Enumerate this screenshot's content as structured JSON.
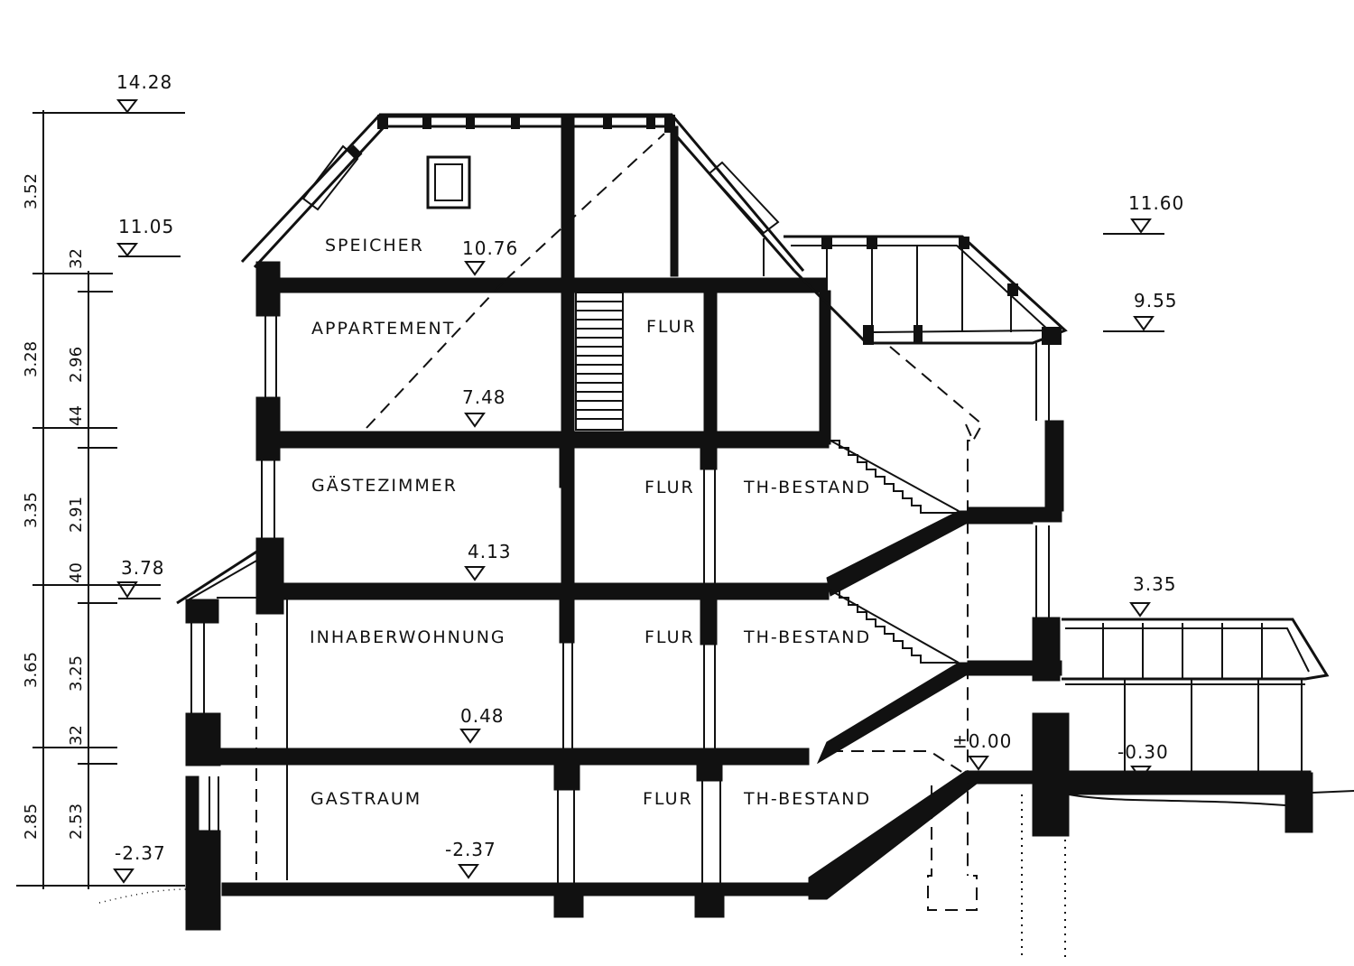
{
  "rooms": {
    "speicher": "SPEICHER",
    "appartement": "APPARTEMENT",
    "flur_3": "FLUR",
    "gaestezimmer": "GÄSTEZIMMER",
    "flur_2": "FLUR",
    "th_bestand_2": "TH-BESTAND",
    "inhaberwohnung": "INHABERWOHNUNG",
    "flur_1": "FLUR",
    "th_bestand_1": "TH-BESTAND",
    "gastraum": "GASTRAUM",
    "flur_0": "FLUR",
    "th_bestand_0": "TH-BESTAND"
  },
  "levels": {
    "ridge": "14.28",
    "eaves_main": "11.05",
    "attic_floor": "10.76",
    "appartement_floor": "7.48",
    "gaeste_floor": "4.13",
    "eaves_low": "3.78",
    "inhaber_floor": "0.48",
    "gastraum_floor_left": "-2.37",
    "gastraum_floor": "-2.37",
    "zero": "±0.00",
    "right_top": "11.60",
    "right_eaves": "9.55",
    "annex_top": "3.35",
    "annex_floor": "-0.30"
  },
  "dimensions": {
    "outer": [
      "3.52",
      "3.28",
      "3.35",
      "3.65",
      "2.85"
    ],
    "inner": [
      "32",
      "2.96",
      "44",
      "2.91",
      "40",
      "3.25",
      "32",
      "2.53"
    ]
  }
}
